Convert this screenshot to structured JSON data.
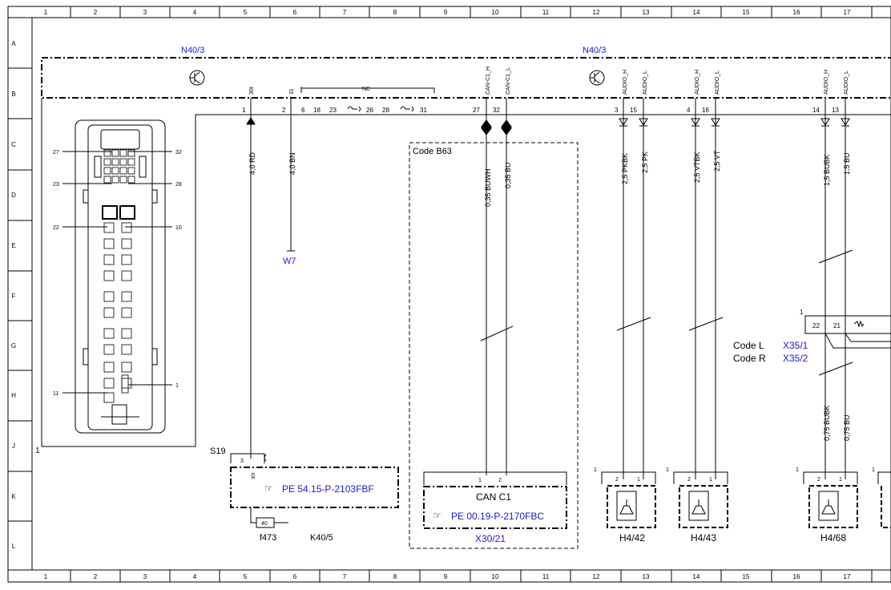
{
  "grid": {
    "columns": [
      "1",
      "2",
      "3",
      "4",
      "5",
      "6",
      "7",
      "8",
      "9",
      "10",
      "11",
      "12",
      "13",
      "14",
      "15",
      "16",
      "17"
    ],
    "rows": [
      "A",
      "B",
      "C",
      "D",
      "E",
      "F",
      "G",
      "H",
      "J",
      "K",
      "L"
    ]
  },
  "modules": {
    "left": "N40/3",
    "right": "N40/3"
  },
  "pins_top": {
    "p30t": "30t",
    "p31": "31",
    "nc": "NC",
    "can_h": "CAN-C1_H",
    "can_l": "CAN-C1_L",
    "audio_h_1": "AUDIO_H",
    "audio_l_1": "AUDIO_L",
    "audio_h_2": "AUDIO_H",
    "audio_l_2": "AUDIO_L",
    "audio_h_3": "AUDIO_H",
    "audio_l_3": "AUDIO_L"
  },
  "pin_numbers": {
    "n1": "1",
    "n2": "2",
    "n6": "6",
    "n18": "18",
    "n23": "23",
    "n26": "26",
    "n28": "28",
    "n31": "31",
    "n27": "27",
    "n32": "32",
    "n3": "3",
    "n15": "15",
    "n4": "4",
    "n16": "16",
    "n14": "14",
    "n13": "13"
  },
  "wires": {
    "rd": "4,0 RD",
    "bn": "4,0 BN",
    "buwh": "0,35 BUWH",
    "bu035": "0,35 BU",
    "pkbk": "2,5 PKBK",
    "pk": "2,5 PK",
    "vtbk": "2,5 VTBK",
    "vt": "2,5 VT",
    "bubk15": "1,5 BUBK",
    "bu15": "1,5 BU",
    "bubk075": "0,75 BUBK",
    "bu075": "0,75 BU"
  },
  "connector_labels": {
    "c27": "27",
    "c32": "32",
    "c23": "23",
    "c28": "28",
    "c22": "22",
    "c10": "10",
    "c11": "11",
    "c1": "1",
    "corner": "1"
  },
  "components": {
    "w7": "W7",
    "code_b63": "Code B63",
    "s19": "S19",
    "s19_pin3": "3",
    "s19_30t": "30t",
    "ref_k40": "PE 54.15-P-2103FBF",
    "fuse_val": "40",
    "f473": "f473",
    "k40_5": "K40/5",
    "can_c1": "CAN C1",
    "can_pin1": "1",
    "can_pin2": "2",
    "ref_can": "PE 00.19-P-2170FBC",
    "x30_21": "X30/21",
    "h4_42": "H4/42",
    "h4_43": "H4/43",
    "h4_68": "H4/68",
    "code_l": "Code L",
    "code_r": "Code R",
    "x35_1": "X35/1",
    "x35_2": "X35/2",
    "x35_pin22": "22",
    "x35_pin21": "21",
    "x35_corner": "1",
    "spk_pin2": "2",
    "spk_pin1": "1",
    "spk_corner": "1"
  },
  "colors": {
    "line": "#000000",
    "link": "#1a1adc"
  }
}
